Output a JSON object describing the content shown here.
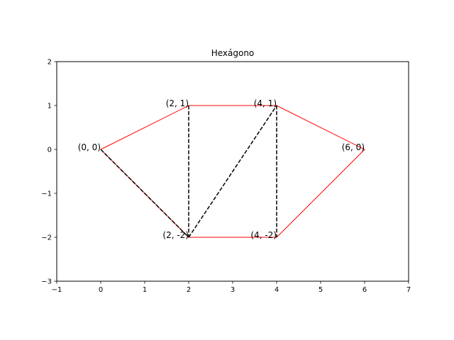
{
  "chart_data": {
    "type": "line",
    "title": "Hexágono",
    "xlabel": "",
    "ylabel": "",
    "xlim": [
      -1,
      7
    ],
    "ylim": [
      -3,
      2
    ],
    "xticks": [
      -1,
      0,
      1,
      2,
      3,
      4,
      5,
      6,
      7
    ],
    "yticks": [
      -3,
      -2,
      -1,
      0,
      1,
      2
    ],
    "xtick_labels": [
      "−1",
      "0",
      "1",
      "2",
      "3",
      "4",
      "5",
      "6",
      "7"
    ],
    "ytick_labels": [
      "−3",
      "−2",
      "−1",
      "0",
      "1",
      "2"
    ],
    "grid": false,
    "series": [
      {
        "style": "solid",
        "color": "#ff0000",
        "points": [
          [
            0,
            0
          ],
          [
            2,
            1
          ],
          [
            4,
            1
          ],
          [
            6,
            0
          ],
          [
            4,
            -2
          ],
          [
            2,
            -2
          ],
          [
            0,
            0
          ]
        ]
      },
      {
        "style": "dashed",
        "color": "#000000",
        "segments": [
          [
            [
              0,
              0
            ],
            [
              2,
              -2
            ]
          ],
          [
            [
              2,
              1
            ],
            [
              2,
              -2
            ]
          ],
          [
            [
              2,
              -2
            ],
            [
              4,
              1
            ]
          ],
          [
            [
              4,
              1
            ],
            [
              4,
              -2
            ]
          ]
        ]
      }
    ],
    "annotations": [
      {
        "x": 0,
        "y": 0,
        "text": "(0, 0)"
      },
      {
        "x": 2,
        "y": 1,
        "text": "(2, 1)"
      },
      {
        "x": 4,
        "y": 1,
        "text": "(4, 1)"
      },
      {
        "x": 6,
        "y": 0,
        "text": "(6, 0)"
      },
      {
        "x": 4,
        "y": -2,
        "text": "(4, -2)"
      },
      {
        "x": 2,
        "y": -2,
        "text": "(2, -2)"
      }
    ]
  }
}
